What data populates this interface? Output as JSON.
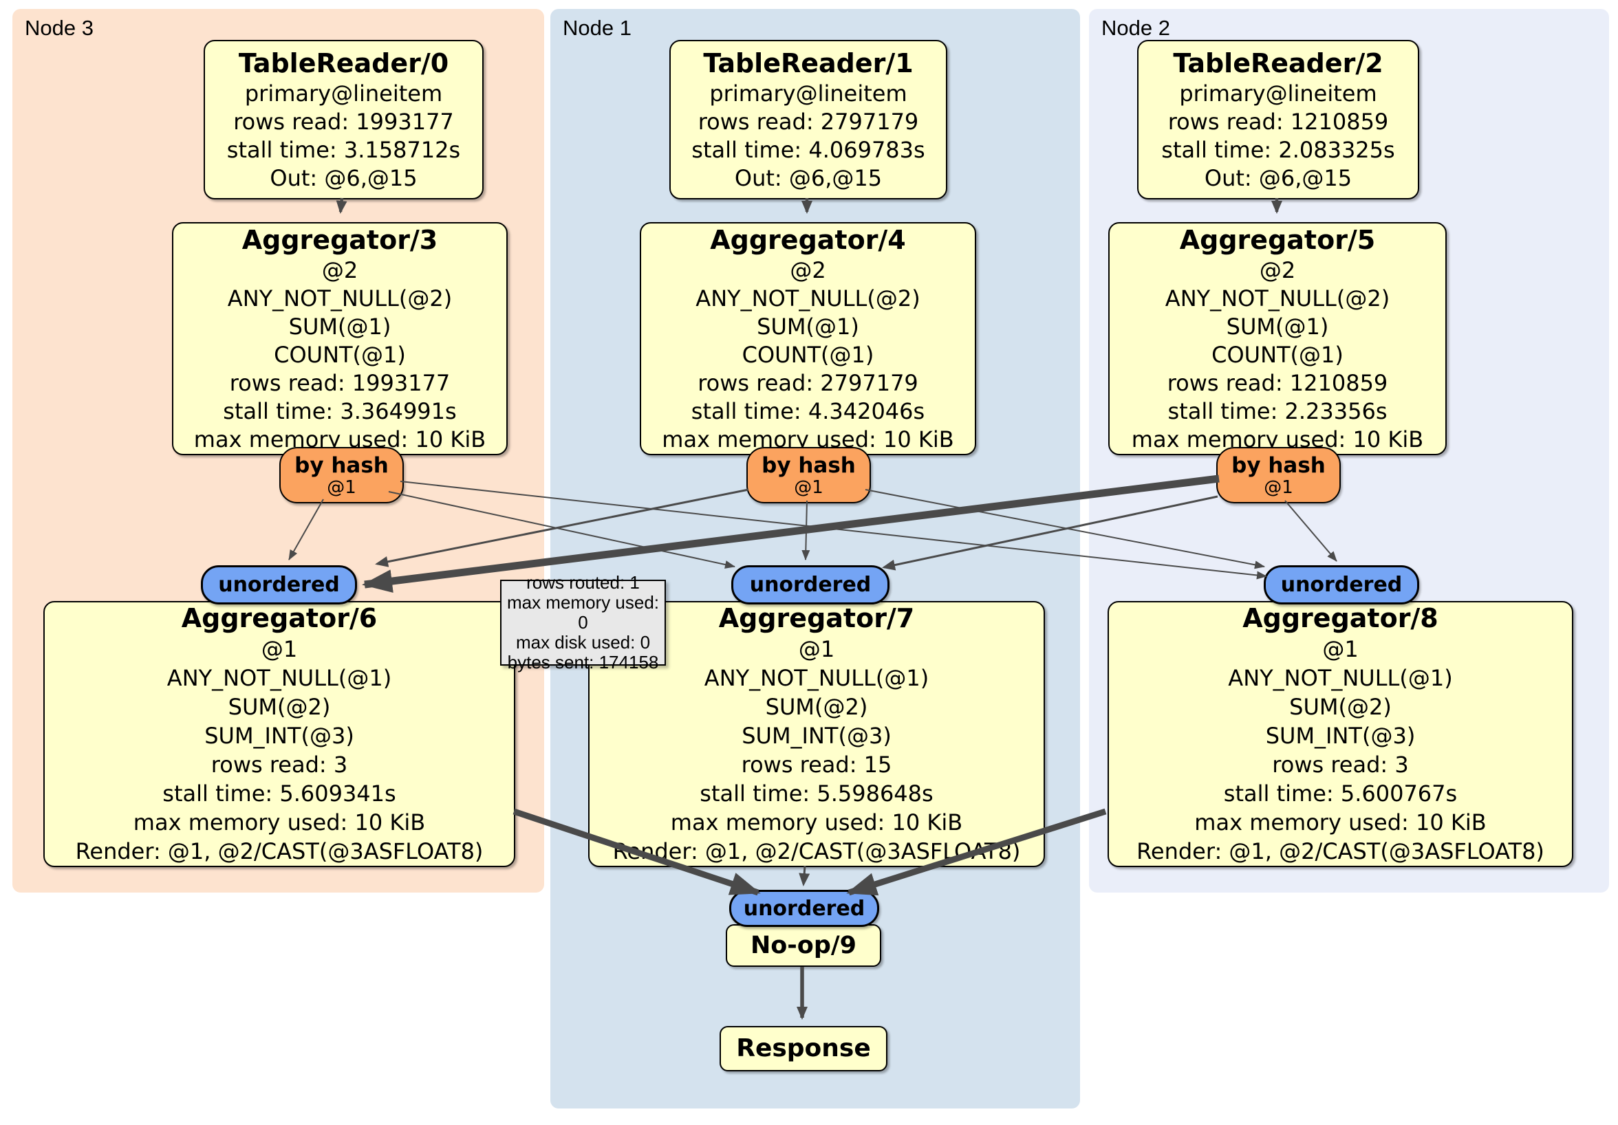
{
  "panels": [
    {
      "label": "Node 3"
    },
    {
      "label": "Node 1"
    },
    {
      "label": "Node 2"
    }
  ],
  "table_readers": [
    {
      "title": "TableReader/0",
      "lines": [
        "primary@lineitem",
        "rows read: 1993177",
        "stall time: 3.158712s",
        "Out: @6,@15"
      ]
    },
    {
      "title": "TableReader/1",
      "lines": [
        "primary@lineitem",
        "rows read: 2797179",
        "stall time: 4.069783s",
        "Out: @6,@15"
      ]
    },
    {
      "title": "TableReader/2",
      "lines": [
        "primary@lineitem",
        "rows read: 1210859",
        "stall time: 2.083325s",
        "Out: @6,@15"
      ]
    }
  ],
  "stage1_aggregators": [
    {
      "title": "Aggregator/3",
      "lines": [
        "@2",
        "ANY_NOT_NULL(@2)",
        "SUM(@1)",
        "COUNT(@1)",
        "rows read: 1993177",
        "stall time: 3.364991s",
        "max memory used: 10 KiB"
      ]
    },
    {
      "title": "Aggregator/4",
      "lines": [
        "@2",
        "ANY_NOT_NULL(@2)",
        "SUM(@1)",
        "COUNT(@1)",
        "rows read: 2797179",
        "stall time: 4.342046s",
        "max memory used: 10 KiB"
      ]
    },
    {
      "title": "Aggregator/5",
      "lines": [
        "@2",
        "ANY_NOT_NULL(@2)",
        "SUM(@1)",
        "COUNT(@1)",
        "rows read: 1210859",
        "stall time: 2.23356s",
        "max memory used: 10 KiB"
      ]
    }
  ],
  "router": {
    "label": "by hash",
    "key": "@1"
  },
  "sync": {
    "unordered": "unordered"
  },
  "stage2_aggregators": [
    {
      "title": "Aggregator/6",
      "lines": [
        "@1",
        "ANY_NOT_NULL(@1)",
        "SUM(@2)",
        "SUM_INT(@3)",
        "rows read: 3",
        "stall time: 5.609341s",
        "max memory used: 10 KiB",
        "Render: @1, @2/CAST(@3ASFLOAT8)"
      ]
    },
    {
      "title": "Aggregator/7",
      "lines": [
        "@1",
        "ANY_NOT_NULL(@1)",
        "SUM(@2)",
        "SUM_INT(@3)",
        "rows read: 15",
        "stall time: 5.598648s",
        "max memory used: 10 KiB",
        "Render: @1, @2/CAST(@3ASFLOAT8)"
      ]
    },
    {
      "title": "Aggregator/8",
      "lines": [
        "@1",
        "ANY_NOT_NULL(@1)",
        "SUM(@2)",
        "SUM_INT(@3)",
        "rows read: 3",
        "stall time: 5.600767s",
        "max memory used: 10 KiB",
        "Render: @1, @2/CAST(@3ASFLOAT8)"
      ]
    }
  ],
  "noop": {
    "title": "No-op/9"
  },
  "response": {
    "title": "Response"
  },
  "tooltip": {
    "lines": [
      "rows routed: 1",
      "max memory used: 0",
      "max disk used: 0",
      "bytes sent: 174158"
    ]
  },
  "colors": {
    "node3_bg": "#fde3cf",
    "node1_bg": "#d4e2ee",
    "node2_bg": "#eaeef9",
    "box_fill": "#ffffcc",
    "router_fill": "#fba35f",
    "sync_fill": "#74a4f4",
    "tooltip_fill": "#e8e8e8",
    "edge": "#4a4a4a"
  }
}
